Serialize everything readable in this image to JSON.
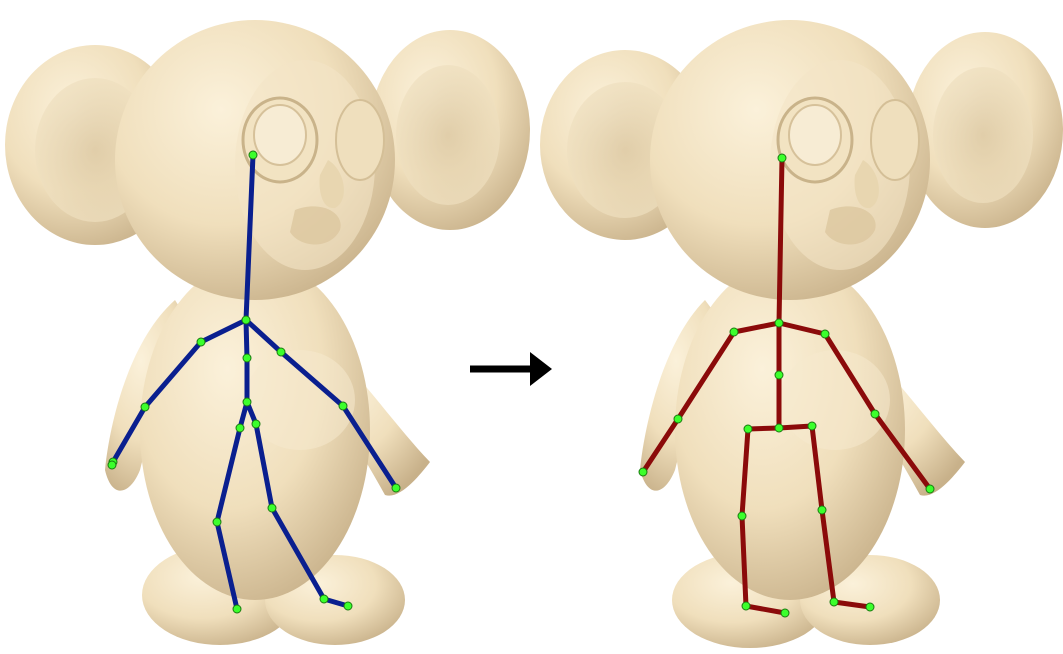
{
  "figure": {
    "colors": {
      "background": "#ffffff",
      "body": "#f2e3c2",
      "body_shadow": "#c9b38a",
      "skeleton_before": "#0a1f8f",
      "skeleton_after": "#8b0a0a",
      "joint": "#3cff2c",
      "joint_outline": "#1a7a10",
      "arrow": "#000000"
    },
    "panels": [
      {
        "name": "before",
        "skeleton_color_key": "skeleton_before",
        "joint_count": 18
      },
      {
        "name": "after",
        "skeleton_color_key": "skeleton_after",
        "joint_count": 18
      }
    ],
    "arrow": {
      "icon": "right-arrow-icon"
    }
  }
}
